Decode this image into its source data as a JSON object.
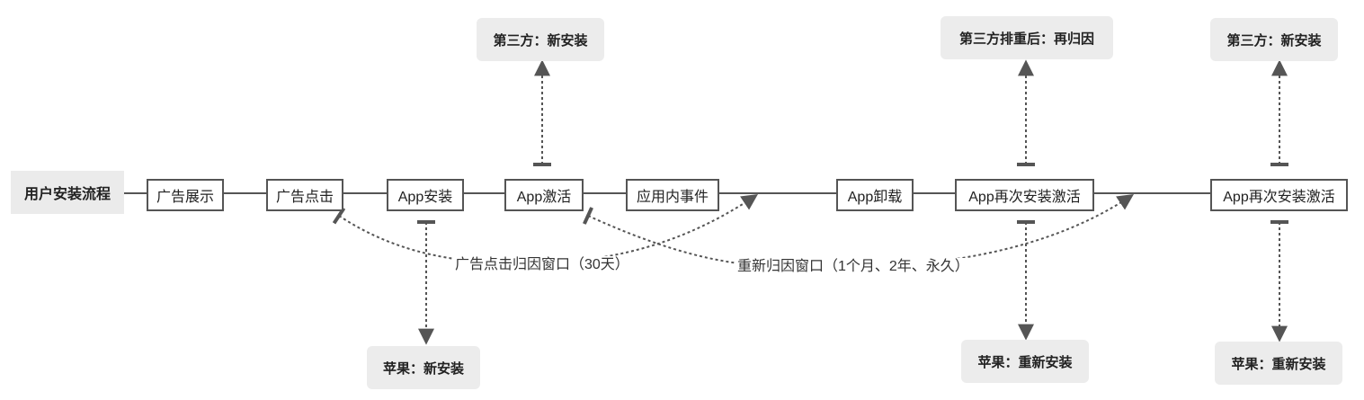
{
  "root_label": "用户安装流程",
  "steps": {
    "ad_impression": "广告展示",
    "ad_click": "广告点击",
    "app_install": "App安装",
    "app_activate": "App激活",
    "in_app_event": "应用内事件",
    "app_uninstall": "App卸载",
    "reinstall_activate_1": "App再次安装激活",
    "reinstall_activate_2": "App再次安装激活"
  },
  "notes": {
    "third_party_new_install_1": "第三方：新安装",
    "third_party_dedup_reattribute": "第三方排重后：再归因",
    "third_party_new_install_2": "第三方：新安装",
    "apple_new_install": "苹果：新安装",
    "apple_reinstall_1": "苹果：重新安装",
    "apple_reinstall_2": "苹果：重新安装"
  },
  "windows": {
    "click_attribution_window": "广告点击归因窗口（30天）",
    "reattribution_window": "重新归因窗口（1个月、2年、永久）"
  },
  "colors": {
    "line": "#555555",
    "note_bg": "#ececec",
    "root_bg": "#ebebeb"
  }
}
